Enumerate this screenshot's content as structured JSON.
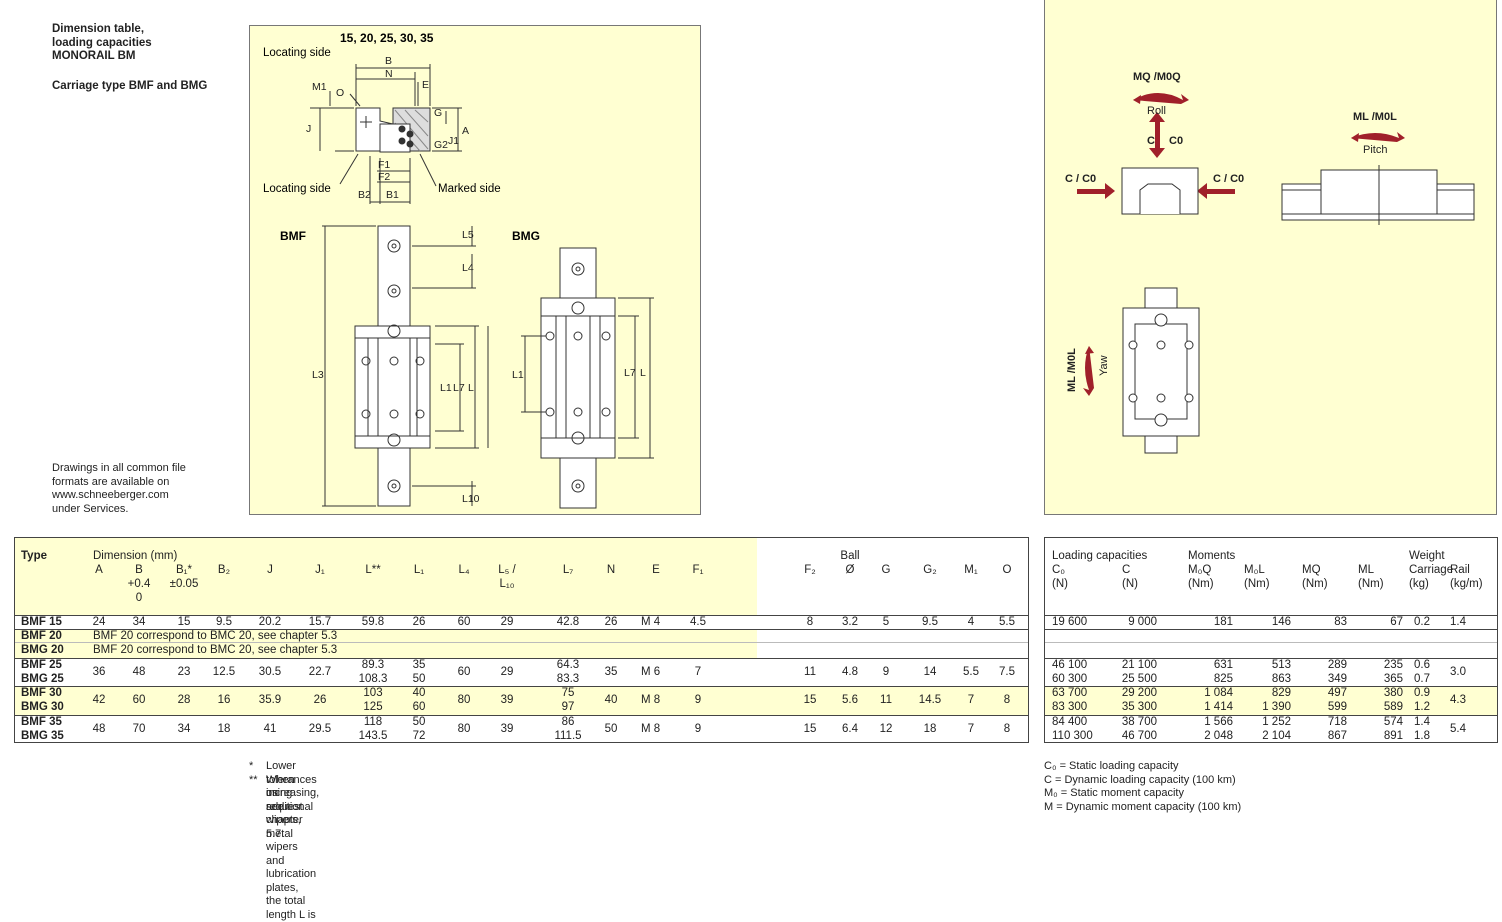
{
  "header": {
    "title_lines": [
      "Dimension table,",
      "loading capacities",
      "MONORAIL BM"
    ],
    "subtitle": "Carriage type BMF and BMG"
  },
  "note": {
    "lines": [
      "Drawings in all common file",
      "formats are available on",
      "www.schneeberger.com",
      "under Services."
    ]
  },
  "diagram": {
    "sizes": "15, 20, 25, 30, 35",
    "locating_side_top": "Locating side",
    "locating_side_bottom": "Locating side",
    "marked_side": "Marked side",
    "bmf_label": "BMF",
    "bmg_label": "BMG",
    "dims": {
      "B": "B",
      "N": "N",
      "E": "E",
      "G": "G",
      "A": "A",
      "J": "J",
      "O": "O",
      "M1": "M1",
      "J1": "J1",
      "G2": "G2",
      "F1": "F1",
      "F2": "F2",
      "B1": "B1",
      "B2": "B2",
      "L": "L",
      "L1": "L1",
      "L3": "L3",
      "L4": "L4",
      "L5": "L5",
      "L7": "L7",
      "L10": "L10"
    }
  },
  "loads": {
    "roll_moment": "MQ /M0Q",
    "roll": "Roll",
    "vertical_load": "C",
    "vertical_load_static": "C0",
    "side_load_left": "C / C0",
    "side_load_right": "C / C0",
    "pitch_moment": "ML /M0L",
    "pitch": "Pitch",
    "yaw_moment": "ML /M0L",
    "yaw": "Yaw"
  },
  "table": {
    "col_type": "Type",
    "group_dimension": "Dimension (mm)",
    "group_ball": "Ball",
    "dim_headers": [
      {
        "key": "A",
        "line1": "A",
        "line2": "",
        "line3": ""
      },
      {
        "key": "B",
        "line1": "B",
        "line2": "+0.4",
        "line3": "0"
      },
      {
        "key": "B1",
        "line1": "B₁*",
        "line2": "±0.05",
        "line3": ""
      },
      {
        "key": "B2",
        "line1": "B₂",
        "line2": "",
        "line3": ""
      },
      {
        "key": "J",
        "line1": "J",
        "line2": "",
        "line3": ""
      },
      {
        "key": "J1",
        "line1": "J₁",
        "line2": "",
        "line3": ""
      },
      {
        "key": "L",
        "line1": "L**",
        "line2": "",
        "line3": ""
      },
      {
        "key": "L1",
        "line1": "L₁",
        "line2": "",
        "line3": ""
      },
      {
        "key": "L4",
        "line1": "L₄",
        "line2": "",
        "line3": ""
      },
      {
        "key": "L5",
        "line1": "L₅ /",
        "line2": "L₁₀",
        "line3": ""
      },
      {
        "key": "L7",
        "line1": "L₇",
        "line2": "",
        "line3": ""
      },
      {
        "key": "N",
        "line1": "N",
        "line2": "",
        "line3": ""
      },
      {
        "key": "E",
        "line1": "E",
        "line2": "",
        "line3": ""
      },
      {
        "key": "F1",
        "line1": "F₁",
        "line2": "",
        "line3": ""
      },
      {
        "key": "F2",
        "line1": "F₂",
        "line2": "",
        "line3": ""
      },
      {
        "key": "ball",
        "line1": "Ø",
        "line2": "",
        "line3": ""
      },
      {
        "key": "G",
        "line1": "G",
        "line2": "",
        "line3": ""
      },
      {
        "key": "G2",
        "line1": "G₂",
        "line2": "",
        "line3": ""
      },
      {
        "key": "M1",
        "line1": "M₁",
        "line2": "",
        "line3": ""
      },
      {
        "key": "O",
        "line1": "O",
        "line2": "",
        "line3": ""
      }
    ],
    "group_loading": "Loading capacities",
    "group_moments": "Moments",
    "group_weight": "Weight",
    "load_headers": [
      {
        "key": "C0",
        "line1": "C₀",
        "line2": "(N)"
      },
      {
        "key": "C",
        "line1": "C",
        "line2": "(N)"
      },
      {
        "key": "M0Q",
        "line1": "M₀Q",
        "line2": "(Nm)"
      },
      {
        "key": "M0L",
        "line1": "M₀L",
        "line2": "(Nm)"
      },
      {
        "key": "MQ",
        "line1": "MQ",
        "line2": "(Nm)"
      },
      {
        "key": "ML",
        "line1": "ML",
        "line2": "(Nm)"
      },
      {
        "key": "carriage",
        "line1": "Carriage",
        "line2": "(kg)"
      },
      {
        "key": "rail",
        "line1": "Rail",
        "line2": "(kg/m)"
      }
    ],
    "rows": [
      {
        "type": [
          "BMF 15"
        ],
        "A": "24",
        "B": "34",
        "B1": "15",
        "B2": "9.5",
        "J": "20.2",
        "J1": "15.7",
        "L": [
          "59.8"
        ],
        "L1": [
          "26"
        ],
        "L4": "60",
        "L5": "29",
        "L7": [
          "42.8"
        ],
        "N": "26",
        "E": "M  4",
        "F1": "4.5",
        "F2": "8",
        "ball": "3.2",
        "G": "5",
        "G2": "9.5",
        "M1": "4",
        "O": "5.5",
        "C0": [
          "19 600"
        ],
        "C": [
          "9 000"
        ],
        "M0Q": [
          "181"
        ],
        "M0L": [
          "146"
        ],
        "MQ": [
          "83"
        ],
        "ML": [
          "67"
        ],
        "carriage": [
          "0.2"
        ],
        "rail": "1.4"
      },
      {
        "type": [
          "BMF 20",
          "BMG 20"
        ],
        "remark": [
          "BMF 20 correspond to BMC 20, see chapter 5.3",
          "BMF 20 correspond to BMC 20, see chapter 5.3"
        ]
      },
      {
        "type": [
          "BMF 25",
          "BMG 25"
        ],
        "A": "36",
        "B": "48",
        "B1": "23",
        "B2": "12.5",
        "J": "30.5",
        "J1": "22.7",
        "L": [
          "89.3",
          "108.3"
        ],
        "L1": [
          "35",
          "50"
        ],
        "L4": "60",
        "L5": "29",
        "L7": [
          "64.3",
          "83.3"
        ],
        "N": "35",
        "E": "M  6",
        "F1": "7",
        "F2": "11",
        "ball": "4.8",
        "G": "9",
        "G2": "14",
        "M1": "5.5",
        "O": "7.5",
        "C0": [
          "46 100",
          "60 300"
        ],
        "C": [
          "21 100",
          "25 500"
        ],
        "M0Q": [
          "631",
          "825"
        ],
        "M0L": [
          "513",
          "863"
        ],
        "MQ": [
          "289",
          "349"
        ],
        "ML": [
          "235",
          "365"
        ],
        "carriage": [
          "0.6",
          "0.7"
        ],
        "rail": "3.0"
      },
      {
        "type": [
          "BMF 30",
          "BMG 30"
        ],
        "A": "42",
        "B": "60",
        "B1": "28",
        "B2": "16",
        "J": "35.9",
        "J1": "26",
        "L": [
          "103",
          "125"
        ],
        "L1": [
          "40",
          "60"
        ],
        "L4": "80",
        "L5": "39",
        "L7": [
          "75",
          "97"
        ],
        "N": "40",
        "E": "M  8",
        "F1": "9",
        "F2": "15",
        "ball": "5.6",
        "G": "11",
        "G2": "14.5",
        "M1": "7",
        "O": "8",
        "C0": [
          "63 700",
          "83 300"
        ],
        "C": [
          "29 200",
          "35 300"
        ],
        "M0Q": [
          "1 084",
          "1 414"
        ],
        "M0L": [
          "829",
          "1 390"
        ],
        "MQ": [
          "497",
          "599"
        ],
        "ML": [
          "380",
          "589"
        ],
        "carriage": [
          "0.9",
          "1.2"
        ],
        "rail": "4.3"
      },
      {
        "type": [
          "BMF 35",
          "BMG 35"
        ],
        "A": "48",
        "B": "70",
        "B1": "34",
        "B2": "18",
        "J": "41",
        "J1": "29.5",
        "L": [
          "118",
          "143.5"
        ],
        "L1": [
          "50",
          "72"
        ],
        "L4": "80",
        "L5": "39",
        "L7": [
          "86",
          "111.5"
        ],
        "N": "50",
        "E": "M  8",
        "F1": "9",
        "F2": "15",
        "ball": "6.4",
        "G": "12",
        "G2": "18",
        "M1": "7",
        "O": "8",
        "C0": [
          "84 400",
          "110 300"
        ],
        "C": [
          "38 700",
          "46 700"
        ],
        "M0Q": [
          "1 566",
          "2 048"
        ],
        "M0L": [
          "1 252",
          "2 104"
        ],
        "MQ": [
          "718",
          "867"
        ],
        "ML": [
          "574",
          "891"
        ],
        "carriage": [
          "1.4",
          "1.8"
        ],
        "rail": "5.4"
      }
    ]
  },
  "footnotes": {
    "star_mark": "*",
    "star_text": "Lower tolerances on request",
    "dstar_mark": "**",
    "dstar_line1": "When using additional wipers, metal wipers and lubrication plates, the total length L is",
    "dstar_line2": "increasing, see chapter 5.7."
  },
  "legend": {
    "lines": [
      "C₀ = Static loading capacity",
      "C   = Dynamic loading capacity (100 km)",
      "M₀ = Static moment capacity",
      "M   = Dynamic moment capacity (100 km)"
    ]
  },
  "colors": {
    "panel": "#ffffd2",
    "arrow": "#a0202a",
    "line": "#444444"
  }
}
